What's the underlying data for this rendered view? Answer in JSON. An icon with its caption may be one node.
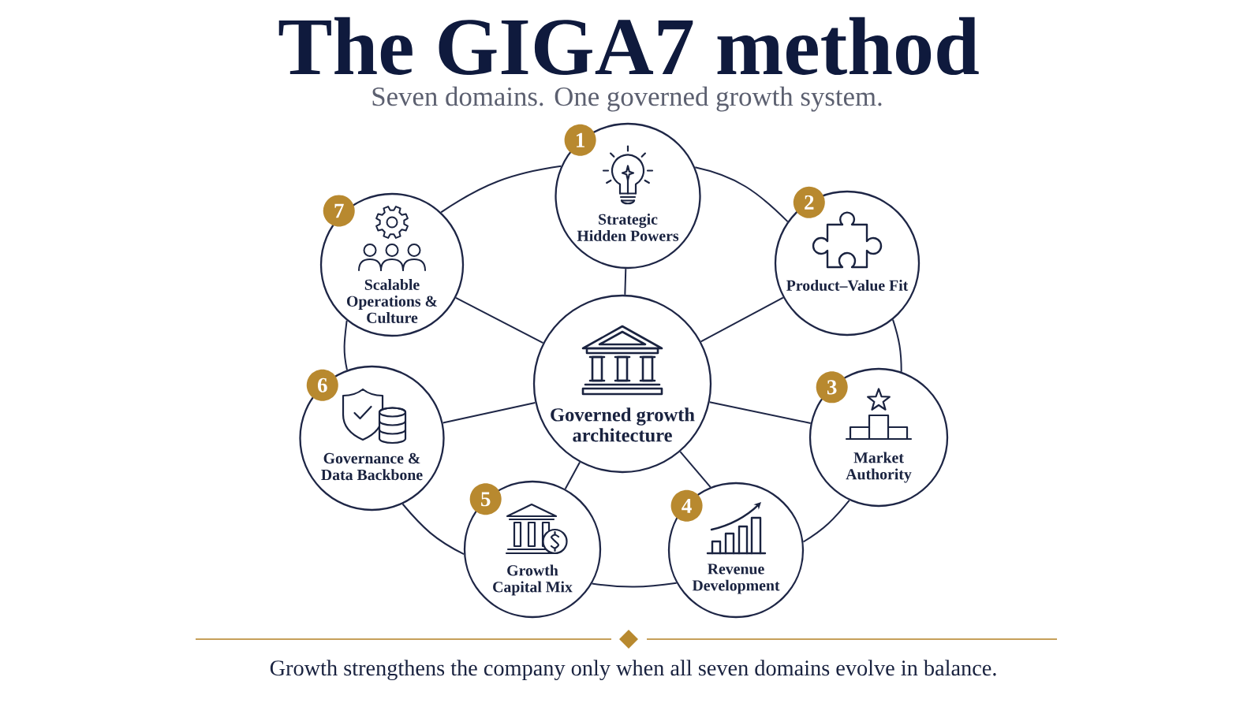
{
  "diagram": {
    "title": "The GIGA7 method",
    "caption": "Growth strengthens the company only when all seven domains evolve in balance.",
    "nodes": [
      {
        "text": [
          "Governed growth architecture"
        ]
      },
      {
        "text": [
          "1",
          "Strategic Hidden Powers"
        ]
      },
      {
        "text": [
          "2",
          "Product–Value Fit"
        ]
      },
      {
        "text": [
          "3",
          "Market Authority"
        ]
      },
      {
        "text": [
          "4",
          "Revenue Development"
        ]
      },
      {
        "text": [
          "5",
          "Growth Capital Mix"
        ]
      },
      {
        "text": [
          "6",
          "Governance & Data Backbone"
        ]
      },
      {
        "text": [
          "7",
          "Scalable Operations & Culture"
        ]
      }
    ],
    "edges": [
      {
        "from": 0,
        "to": 1,
        "arrow": "none"
      },
      {
        "from": 0,
        "to": 2,
        "arrow": "none"
      },
      {
        "from": 0,
        "to": 3,
        "arrow": "none"
      },
      {
        "from": 0,
        "to": 4,
        "arrow": "none"
      },
      {
        "from": 0,
        "to": 5,
        "arrow": "none"
      },
      {
        "from": 0,
        "to": 6,
        "arrow": "none"
      },
      {
        "from": 0,
        "to": 7,
        "arrow": "none"
      },
      {
        "from": 7,
        "to": 1,
        "arrow": "none"
      },
      {
        "from": 1,
        "to": 2,
        "arrow": "none"
      },
      {
        "from": 2,
        "to": 3,
        "arrow": "none"
      },
      {
        "from": 3,
        "to": 4,
        "arrow": "none"
      },
      {
        "from": 4,
        "to": 5,
        "arrow": "none"
      },
      {
        "from": 5,
        "to": 6,
        "arrow": "none"
      },
      {
        "from": 6,
        "to": 7,
        "arrow": "none"
      }
    ],
    "labels": [
      "Seven domains. One governed growth system."
    ]
  }
}
